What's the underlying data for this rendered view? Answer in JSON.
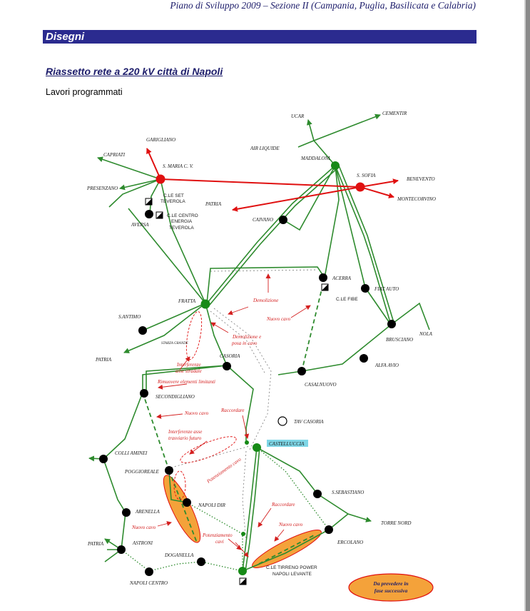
{
  "header": {
    "running_title": "Piano di Sviluppo 2009 – Sezione II (Campania, Puglia, Basilicata e Calabria)"
  },
  "section_bar": {
    "title": "Disegni"
  },
  "subtitle": "Riassetto rete a 220 kV città di Napoli",
  "intro": "Lavori programmati",
  "colors": {
    "network_line": "#2e8b2e",
    "node_dark": "#000000",
    "node_green": "#168a16",
    "node_red": "#e01010",
    "red_line": "#e01010",
    "annotation": "#d42020",
    "ellipse_fill": "#f4a23a",
    "highlight_label": "#7ed6e6",
    "section_bar": "#2b2b8f"
  },
  "nodes": {
    "ucar": "UCAR",
    "cementir": "CEMENTIR",
    "garigliano": "GARIGLIANO",
    "capriati": "CAPRIATI",
    "smaria": "S. MARIA C. V.",
    "maddaloni": "MADDALONI",
    "air_liquide": "AIR LIQUIDE",
    "ssofia": "S. SOFIA",
    "benevento": "BENEVENTO",
    "montecorvino": "MONTECORVINO",
    "presenzano": "PRESENZANO",
    "patria_red": "PATRIA",
    "aversa": "AVERSA",
    "caivano": "CAIVANO",
    "acerra": "ACERRA",
    "fiat_auto": "FIAT AUTO",
    "fratta": "FRATTA",
    "santimo": "S.ANTIMO",
    "nola": "NOLA",
    "brusciano": "BRUSCIANO",
    "starza_grande": "STARZA GRANDE",
    "patria_left": "PATRIA",
    "casoria": "CASORIA",
    "alfa_avio": "ALFA AVIO",
    "casalnuovo": "CASALNUOVO",
    "secondigliano": "SECONDIGLIANO",
    "tav_casoria": "TAV CASORIA",
    "castelluccia": "CASTELLUCCIA",
    "colli_aminei": "COLLI AMINEI",
    "poggioreale": "POGGIOREALE",
    "ssebastiano": "S.SEBASTIANO",
    "napoli_dir": "NAPOLI DIR",
    "arenella": "ARENELLA",
    "torre_nord": "TORRE NORD",
    "ercolano": "ERCOLANO",
    "patria_bottom": "PATRIA",
    "astroni": "ASTRONI",
    "doganella": "DOGANELLA",
    "napoli_centro": "NAPOLI CENTRO"
  },
  "plant_labels": {
    "set_teverola_1": "C.LE SET",
    "set_teverola_2": "TEVEROLA",
    "centro_energia_1": "C.LE CENTRO",
    "centro_energia_2": "ENERGIA",
    "centro_energia_3": "TEVEROLA",
    "fibe": "C.LE FIBE",
    "tirreno_1": "C.LE TIRRENO POWER",
    "tirreno_2": "NAPOLI LEVANTE"
  },
  "annotations": {
    "demolizione": "Demolizione",
    "nuovo_cavo_top": "Nuovo cavo",
    "demolizione_posa_1": "Demolizione e",
    "demolizione_posa_2": "posa in cavo",
    "interferenze_1": "Interferenze",
    "interferenze_2": "asse stradale",
    "rimuovere": "Rimuovere elementi limitanti",
    "nuovo_cavo_mid": "Nuovo cavo",
    "raccordare_top": "Raccordare",
    "interf_trasv_1": "Interferenze asse",
    "interf_trasv_2": "trasviario futuro",
    "potenziamento_diag": "Potenziamento cavo",
    "raccordare_bottom": "Raccordare",
    "nuovo_cavo_left": "Nuovo cavo",
    "potenziamento_1": "Potenziamento",
    "potenziamento_2": "cavi",
    "nuovo_cavo_right": "Nuovo cavo"
  },
  "note": {
    "line1": "Da prevedere in",
    "line2": "fase successiva"
  }
}
